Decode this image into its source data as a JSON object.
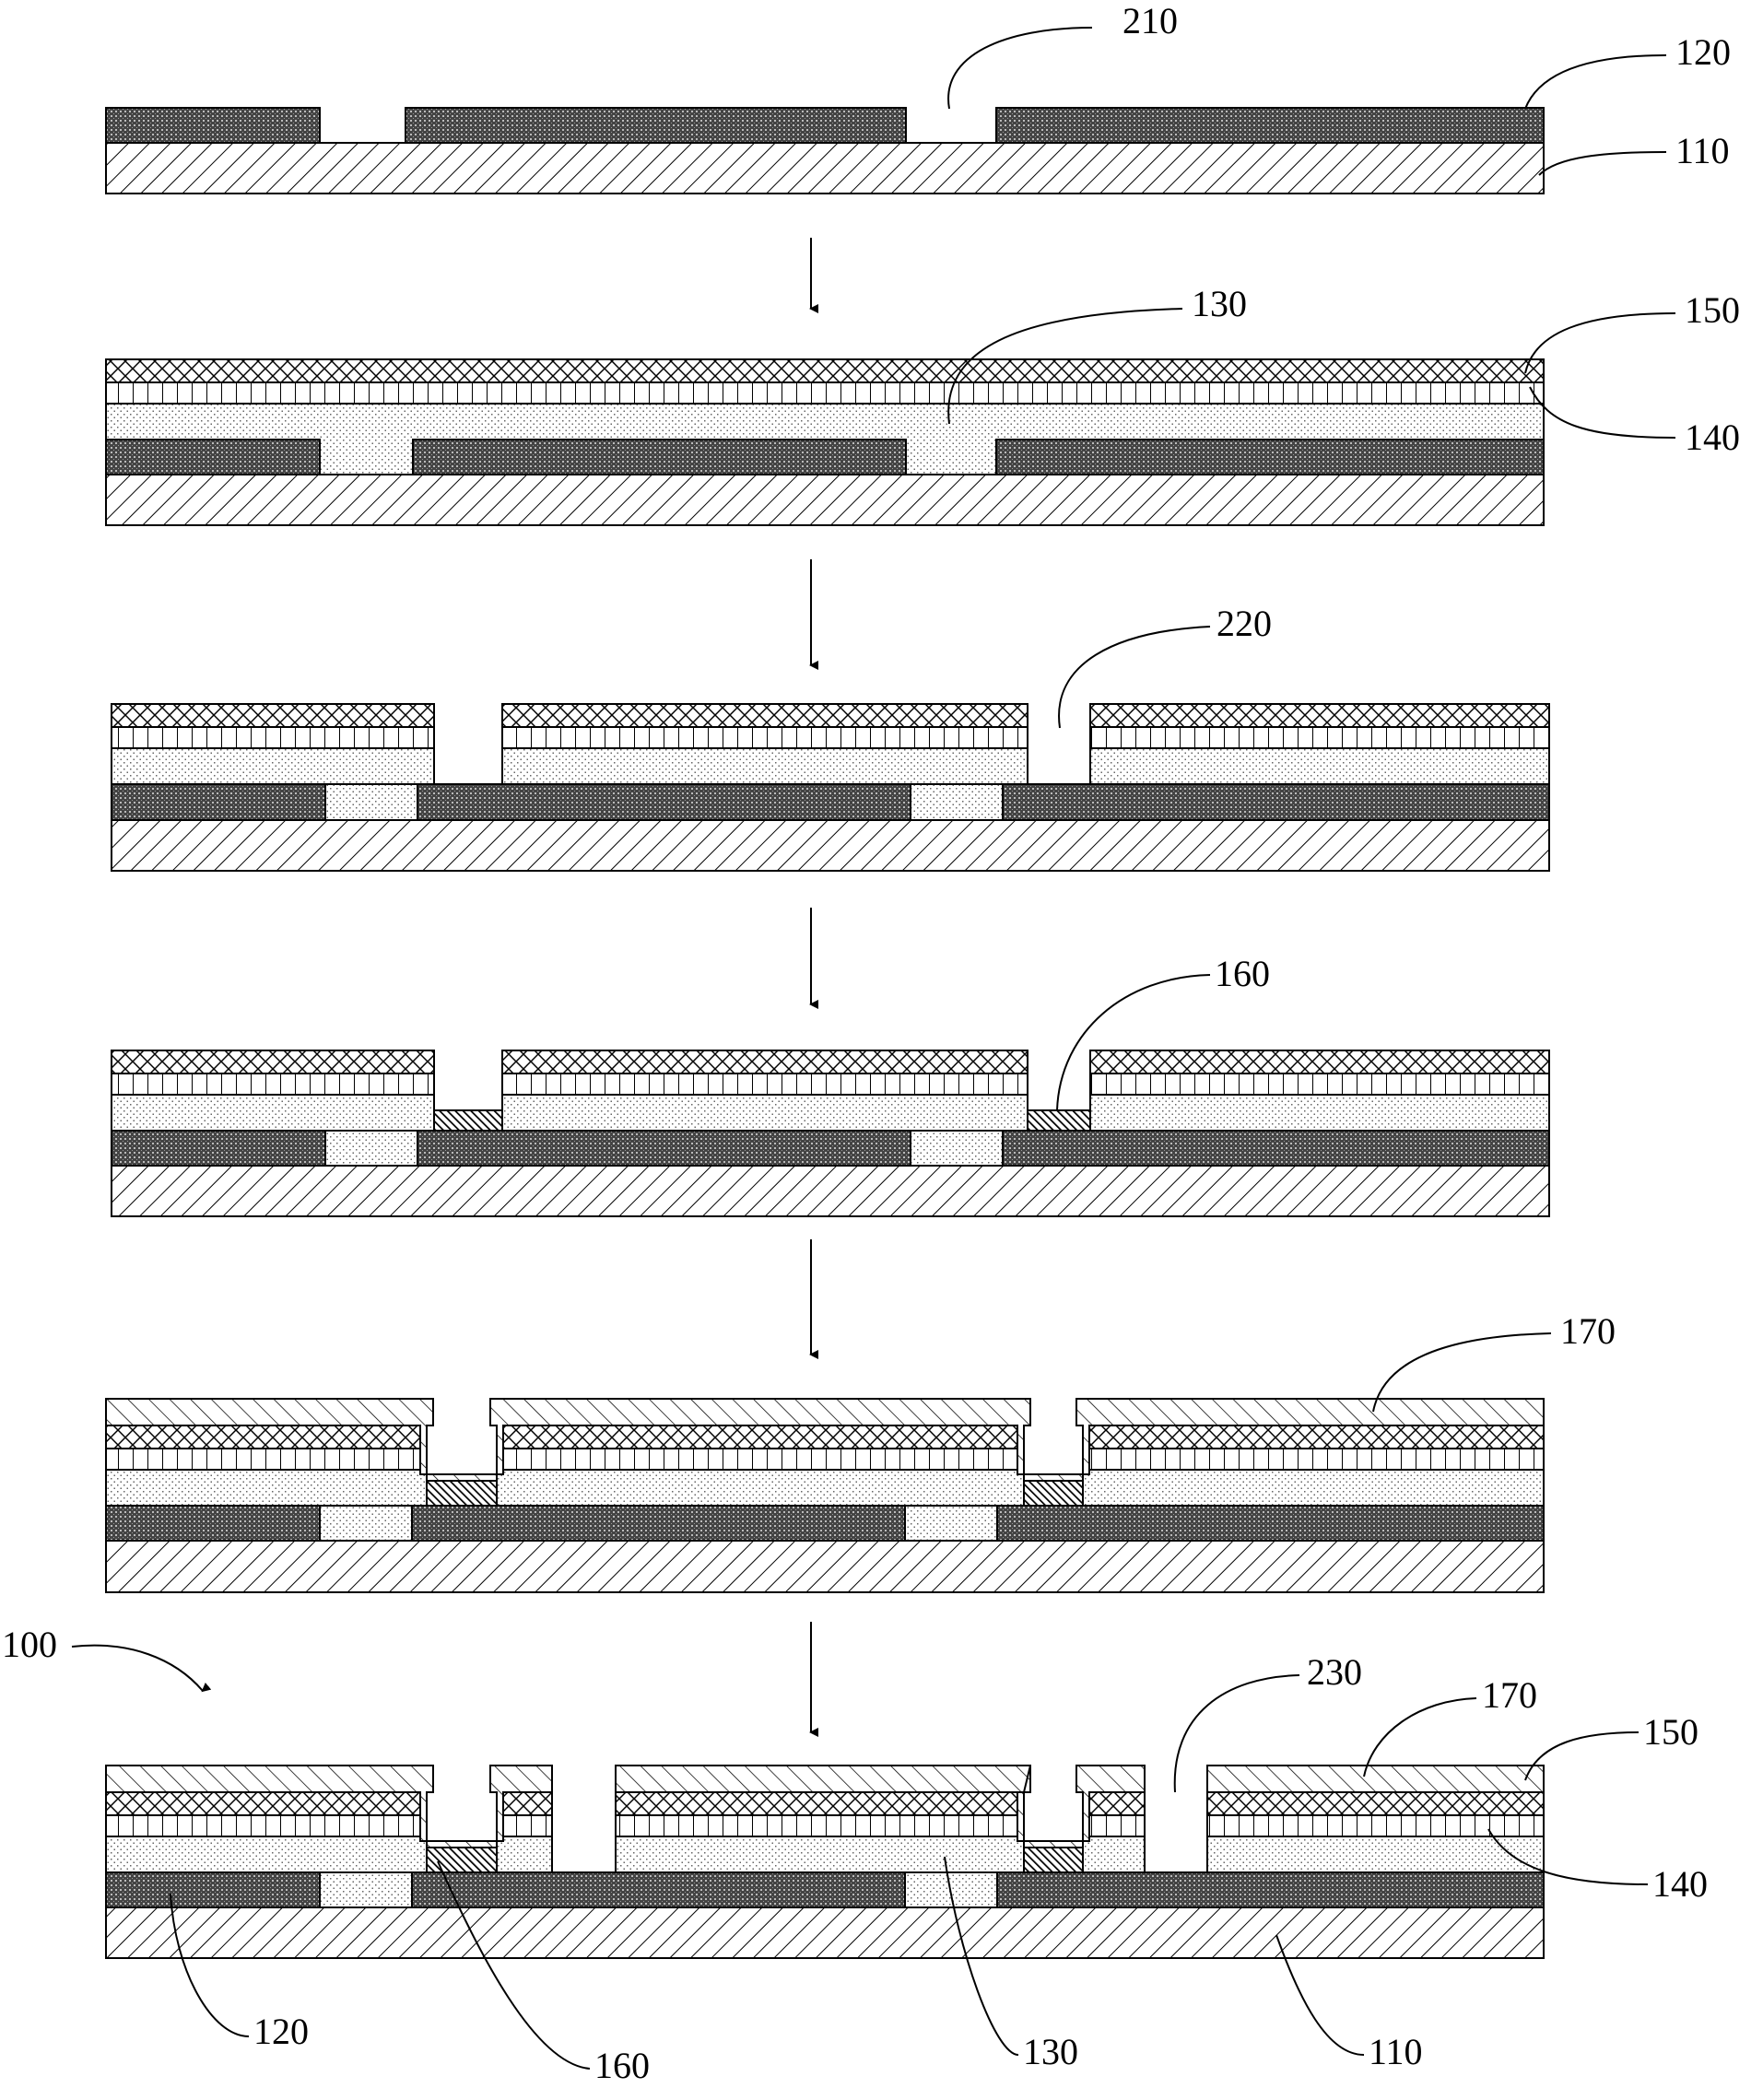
{
  "figure": {
    "step_count": 6,
    "arrow_count": 5
  },
  "labels": {
    "step1": {
      "hole_label": "210",
      "top_metal": "120",
      "substrate": "110"
    },
    "step2": {
      "filled_hole": "130",
      "top_layer": "150",
      "middle_layer": "140"
    },
    "step3": {
      "opening": "220"
    },
    "step4": {
      "pad": "160"
    },
    "step5": {
      "coating": "170"
    },
    "step6": {
      "device": "100",
      "opening": "230",
      "coating": "170",
      "top_layer": "150",
      "middle_layer": "140",
      "bottom_metal": "120",
      "pad": "160",
      "filled_hole": "130",
      "substrate": "110"
    }
  },
  "legend_materials": [
    "substrate-hatch",
    "metal-crosshatch",
    "fill-dots",
    "grid-squares",
    "x-hatch",
    "pad-hatch",
    "coat-hatch"
  ]
}
